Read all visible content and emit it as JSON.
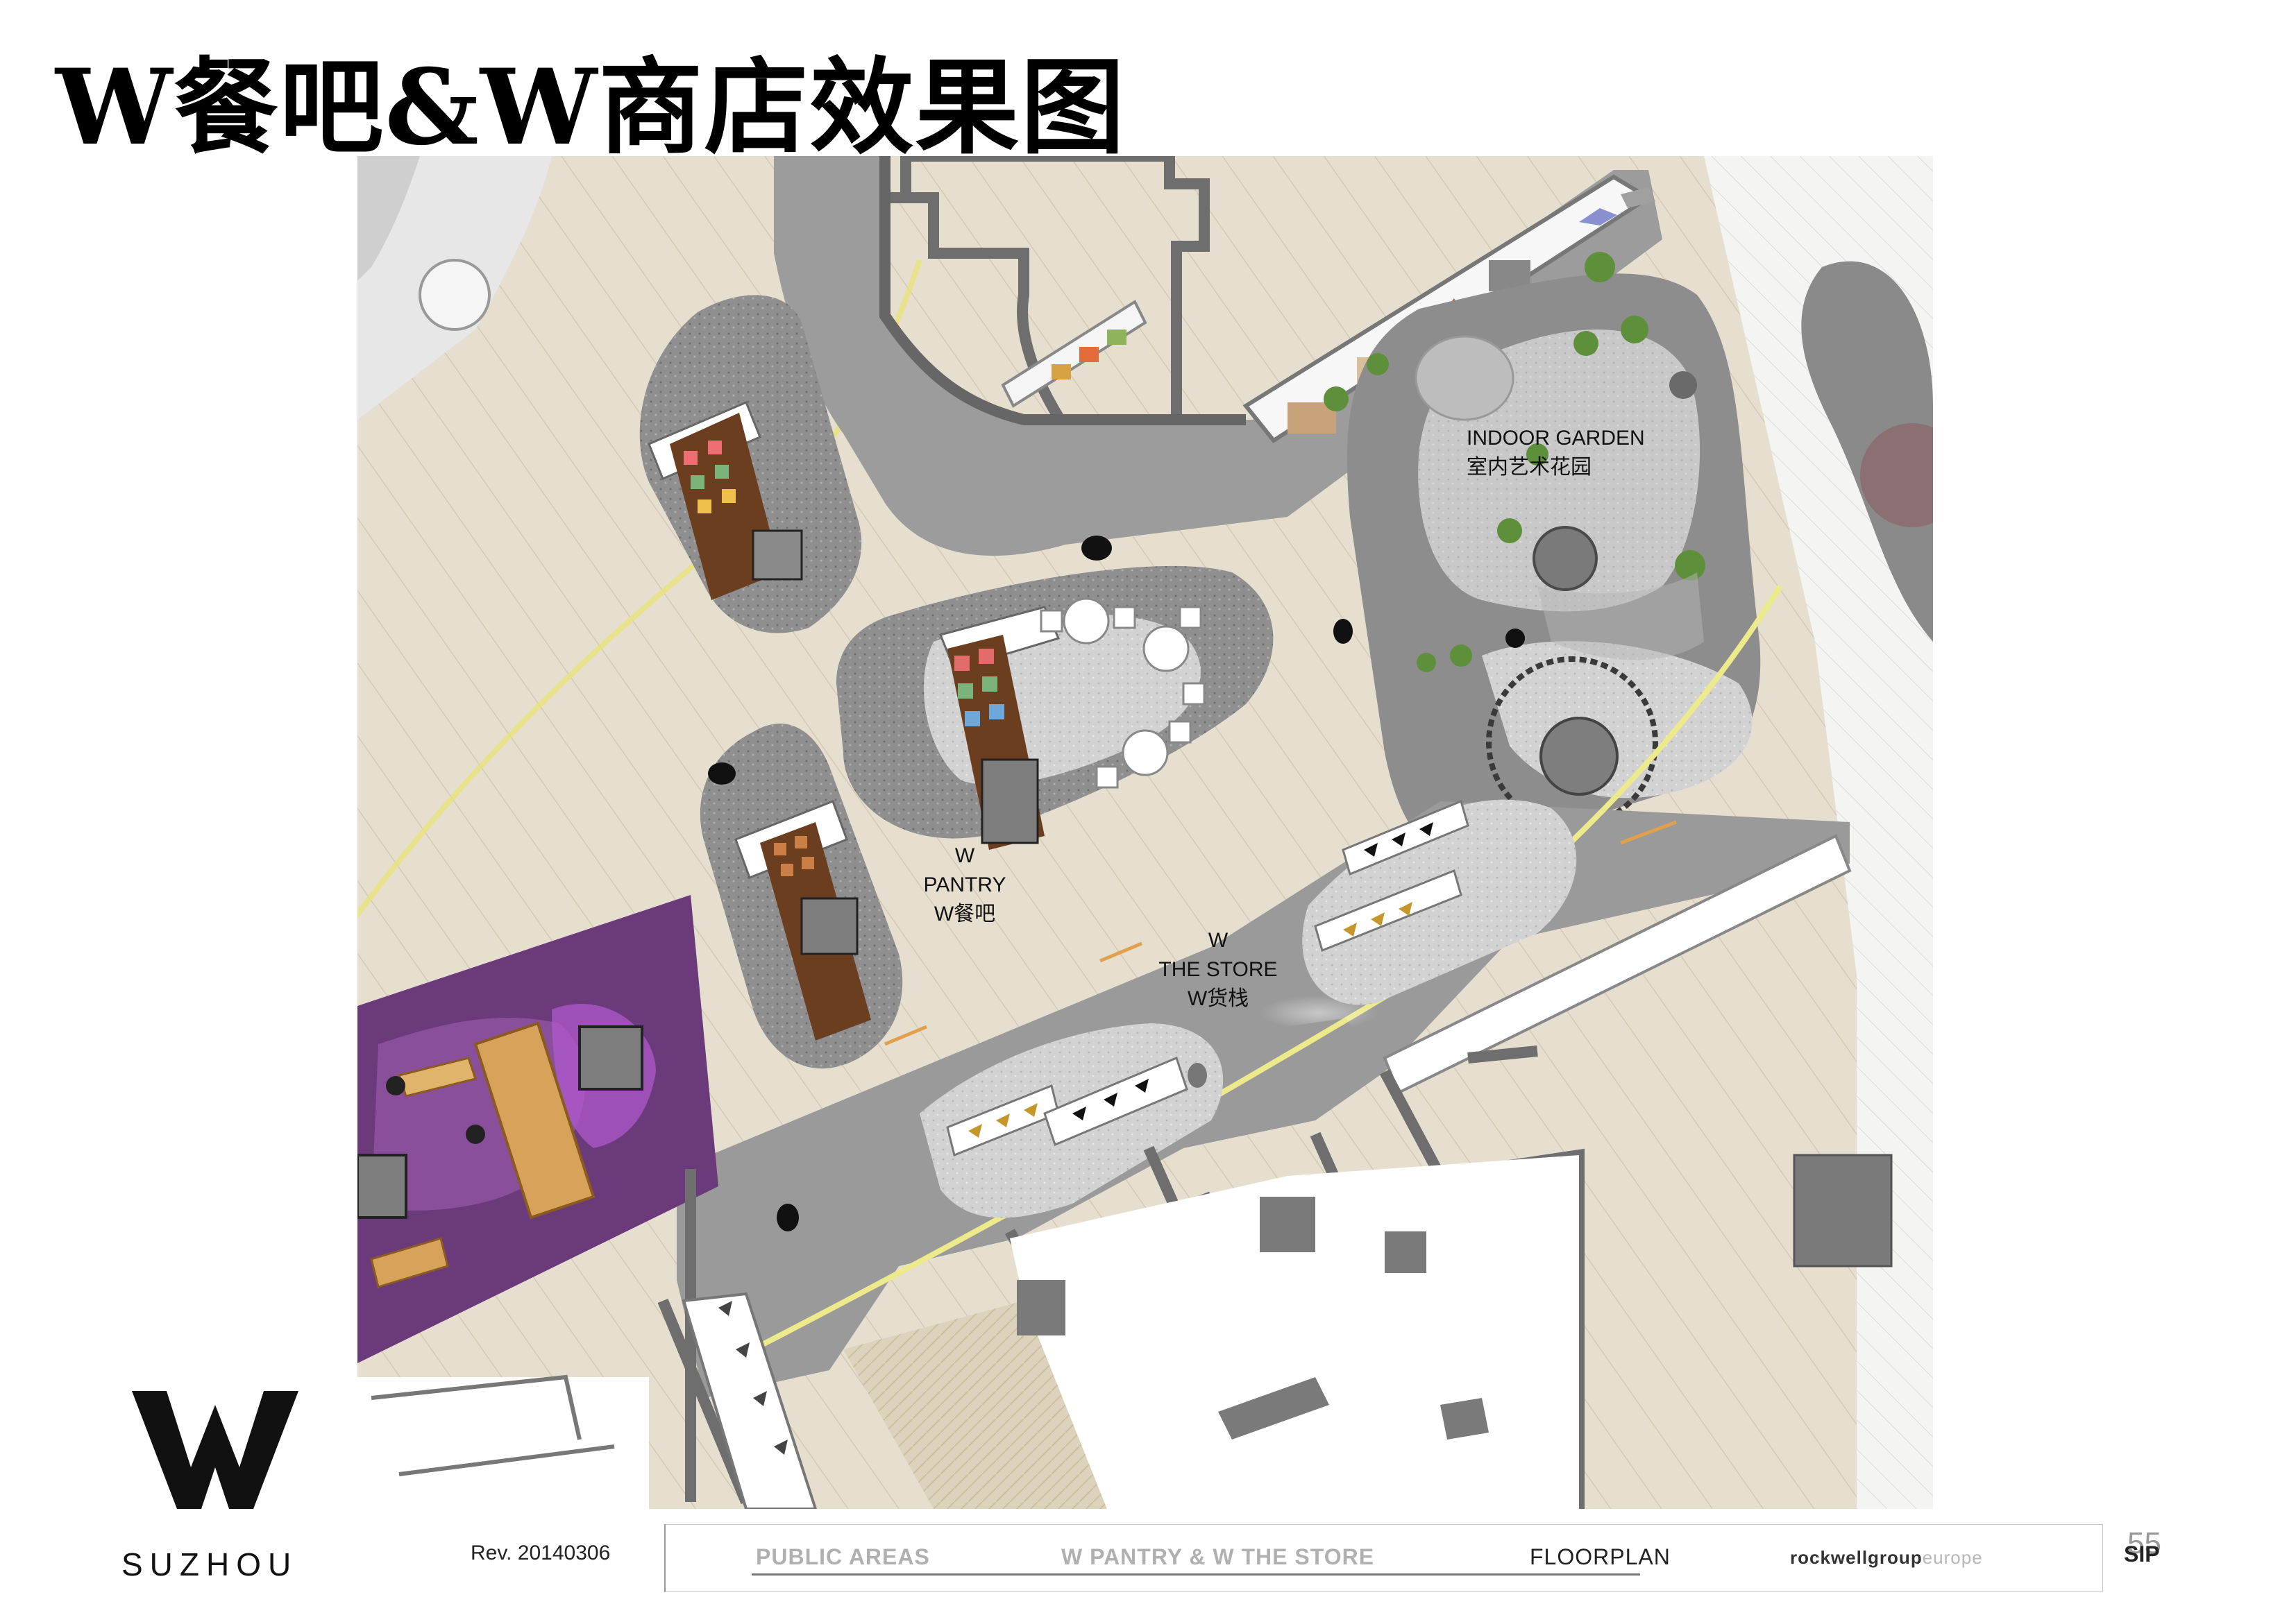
{
  "title": "W餐吧&W商店效果图",
  "brand": {
    "logo_letter": "W",
    "city": "SUZHOU"
  },
  "revision": "Rev. 20140306",
  "footer": {
    "section": "PUBLIC AREAS",
    "subject": "W PANTRY & W THE STORE",
    "sheet_type": "FLOORPLAN",
    "designer": "rockwellgroup",
    "designer_suffix": "europe",
    "client_logo": "SIP",
    "page_number": "55"
  },
  "map_labels": {
    "garden_en": "INDOOR GARDEN",
    "garden_cn": "室内艺术花园",
    "pantry_w": "W",
    "pantry_en": "PANTRY",
    "pantry_cn": "W餐吧",
    "store_w": "W",
    "store_en": "THE STORE",
    "store_cn": "W货栈"
  },
  "colors": {
    "floor_wood": "#e6dfcf",
    "terrazzo": "#8f8f8f",
    "carpet_purple": "#6b3a7a",
    "accent_yellow": "#e8e27a"
  }
}
